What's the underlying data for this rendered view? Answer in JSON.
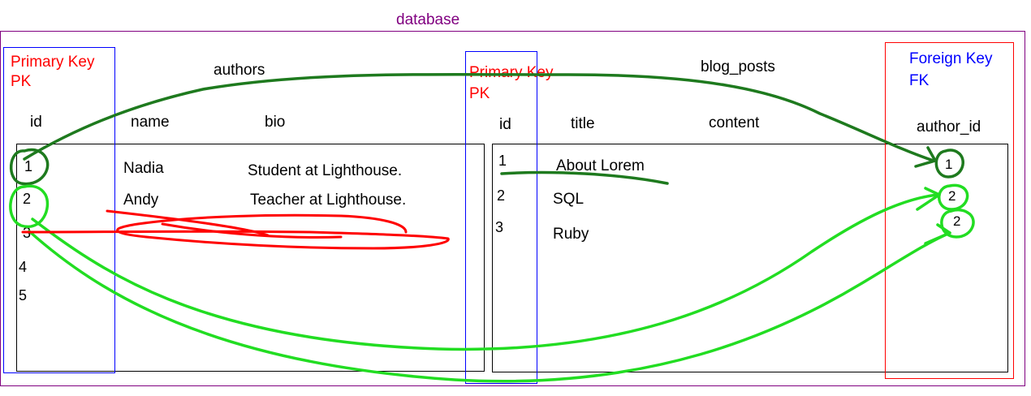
{
  "database": {
    "label": "database"
  },
  "authors": {
    "table_label": "authors",
    "pk_label_line1": "Primary Key",
    "pk_label_line2": "PK",
    "columns": [
      "id",
      "name",
      "bio"
    ],
    "ids": [
      "1",
      "2",
      "3",
      "4",
      "5"
    ],
    "rows": [
      {
        "name": "Nadia",
        "bio": "Student at Lighthouse."
      },
      {
        "name": "Andy",
        "bio": "Teacher at Lighthouse."
      }
    ]
  },
  "blog_posts": {
    "table_label": "blog_posts",
    "pk_label_line1": "Primary Key",
    "pk_label_line2": "PK",
    "fk_label_line1": "Foreign Key",
    "fk_label_line2": "FK",
    "columns": [
      "id",
      "title",
      "content",
      "author_id"
    ],
    "ids": [
      "1",
      "2",
      "3"
    ],
    "titles": [
      "About Lorem",
      "SQL",
      "Ruby"
    ],
    "author_ids": [
      "1",
      "2",
      "2"
    ]
  },
  "colors": {
    "database": "#800080",
    "primary_key": "#ff0000",
    "foreign_key": "#0000ff",
    "dark_green": "#1e7a1e",
    "bright_green": "#22dd22",
    "red_ink": "#ff0000"
  }
}
